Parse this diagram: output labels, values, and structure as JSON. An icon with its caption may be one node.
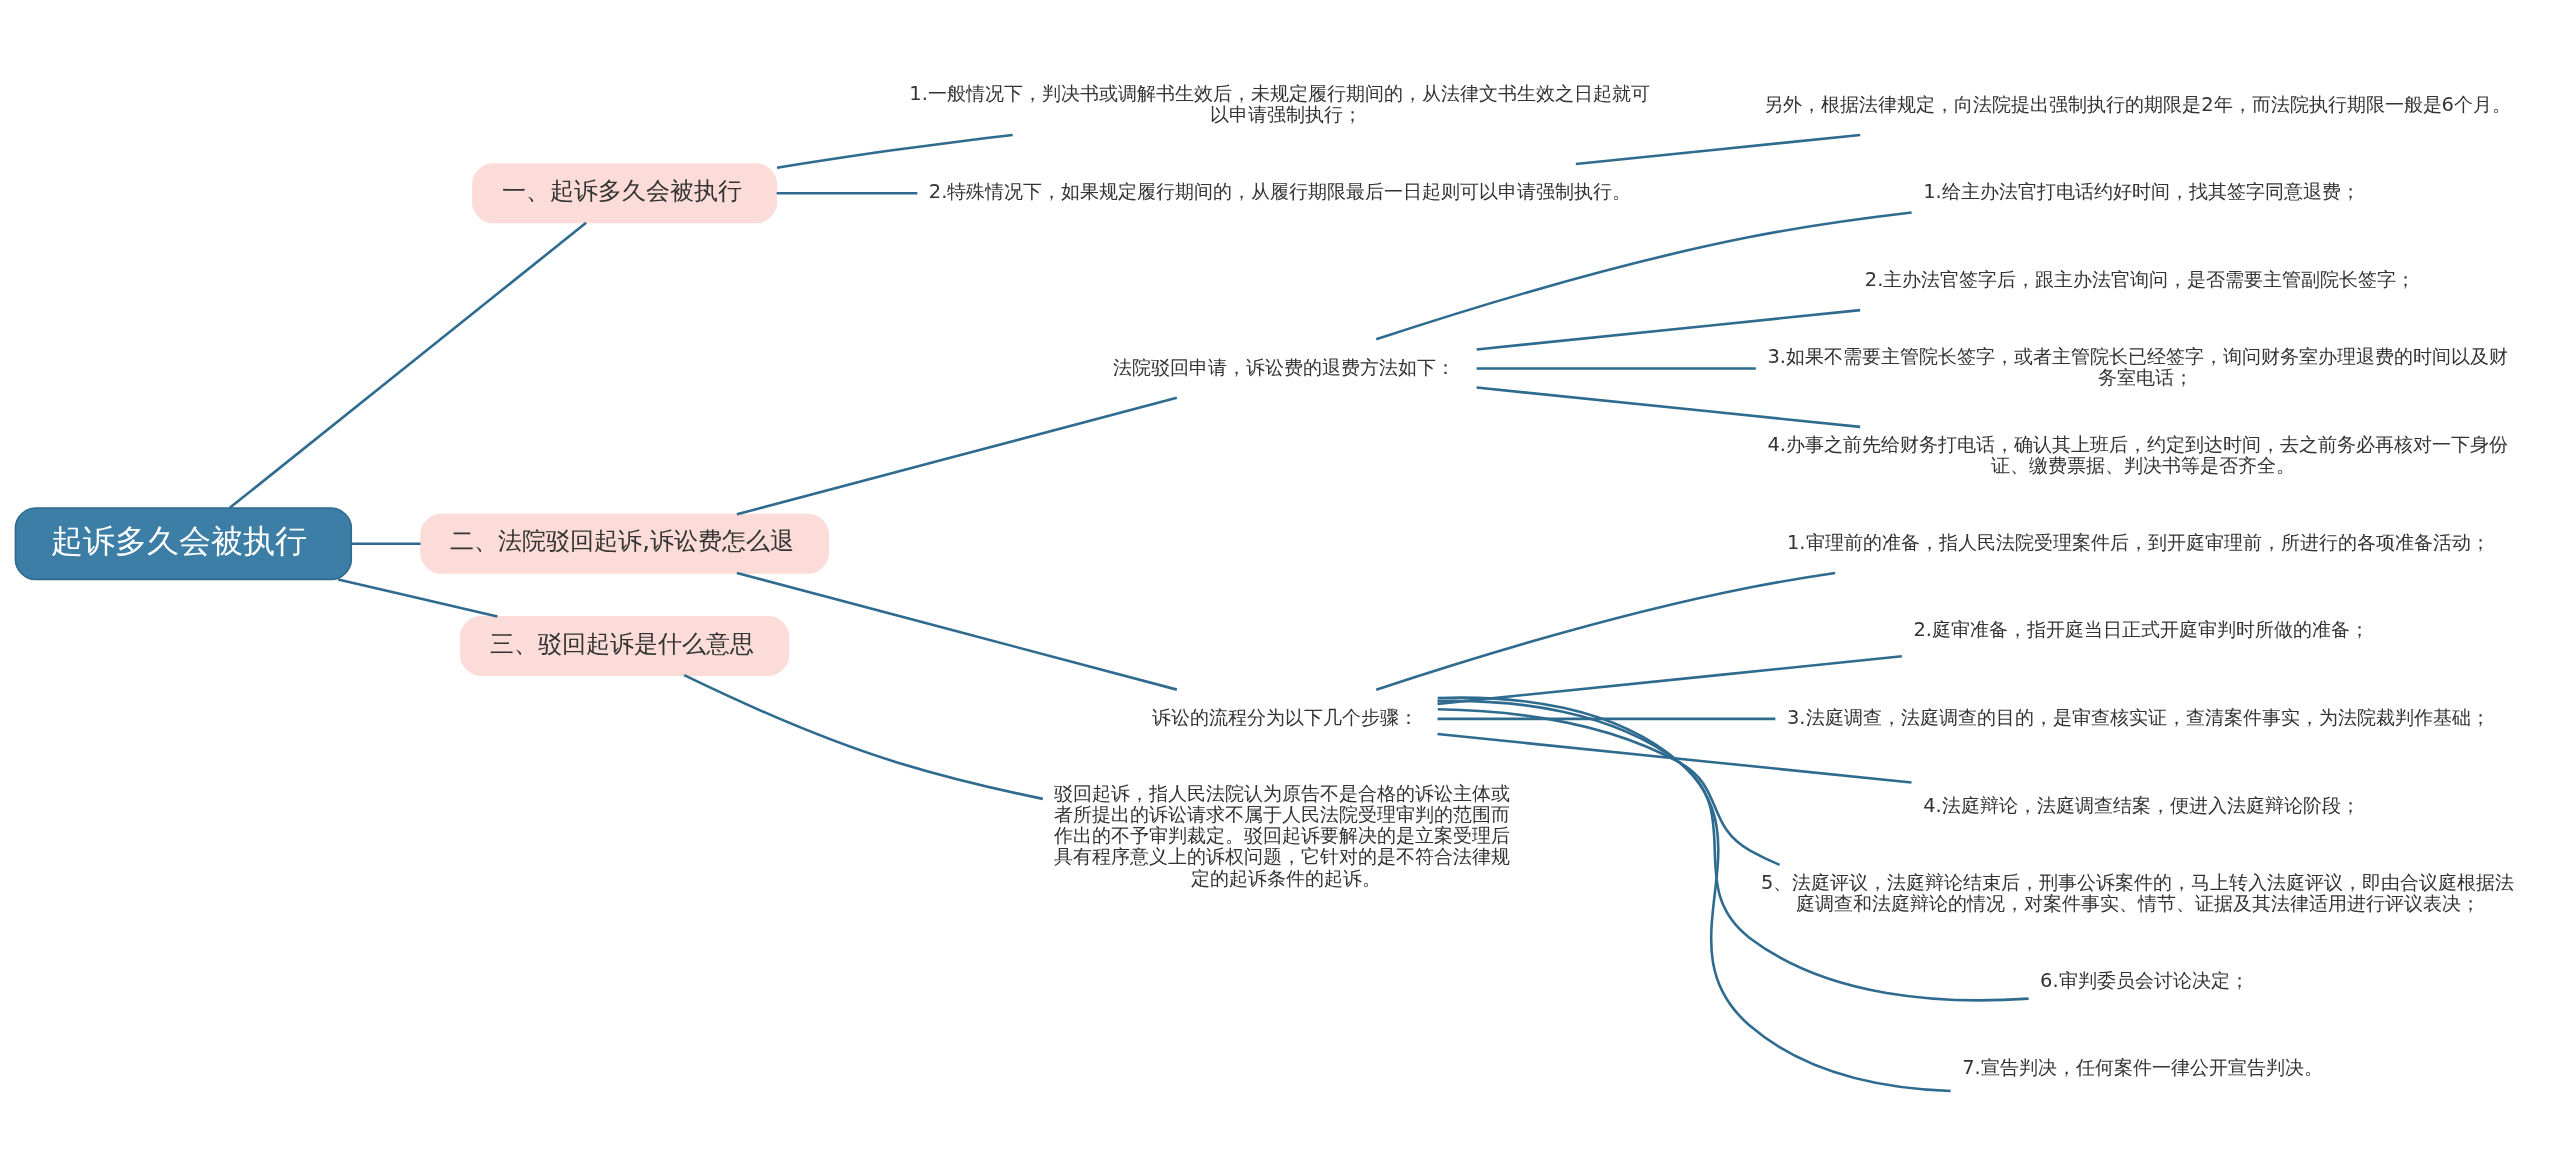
{
  "diagram": {
    "nodes": [
      {
        "text": [
          "起诉多久会被执行"
        ]
      },
      {
        "text": [
          "一、起诉多久会被执行"
        ]
      },
      {
        "text": [
          "1.一般情况下，判决书或调解书生效后，未规定履行期间的，从法律文书生效之日起就可以申请强制执行；"
        ]
      },
      {
        "text": [
          "2.特殊情况下，如果规定履行期间的，从履行期限最后一日起则可以申请强制执行。"
        ]
      },
      {
        "text": [
          "另外，根据法律规定，向法院提出强制执行的期限是2年，而法院执行期限一般是6个月。"
        ]
      },
      {
        "text": [
          "二、法院驳回起诉,诉讼费怎么退"
        ]
      },
      {
        "text": [
          "法院驳回申请，诉讼费的退费方法如下："
        ]
      },
      {
        "text": [
          "1.给主办法官打电话约好时间，找其签字同意退费；"
        ]
      },
      {
        "text": [
          "2.主办法官签字后，跟主办法官询问，是否需要主管副院长签字；"
        ]
      },
      {
        "text": [
          "3.如果不需要主管院长签字，或者主管院长已经签字，询问财务室办理退费的时间以及财务室电话；"
        ]
      },
      {
        "text": [
          "4.办事之前先给财务打电话，确认其上班后，约定到达时间，去之前务必再核对一下身份证、缴费票据、判决书等是否齐全。"
        ]
      },
      {
        "text": [
          "诉讼的流程分为以下几个步骤："
        ]
      },
      {
        "text": [
          "1.审理前的准备，指人民法院受理案件后，到开庭审理前，所进行的各项准备活动；"
        ]
      },
      {
        "text": [
          "2.庭审准备，指开庭当日正式开庭审判时所做的准备；"
        ]
      },
      {
        "text": [
          "3.法庭调查，法庭调查的目的，是审查核实证，查清案件事实，为法院裁判作基础；"
        ]
      },
      {
        "text": [
          "4.法庭辩论，法庭调查结案，便进入法庭辩论阶段；"
        ]
      },
      {
        "text": [
          "5、法庭评议，法庭辩论结束后，刑事公诉案件的，马上转入法庭评议，即由合议庭根据法庭调查和法庭辩论的情况，对案件事实、情节、证据及其法律适用进行评议表决；"
        ]
      },
      {
        "text": [
          "6.审判委员会讨论决定；"
        ]
      },
      {
        "text": [
          "7.宣告判决，任何案件一律公开宣告判决。"
        ]
      },
      {
        "text": [
          "三、驳回起诉是什么意思"
        ]
      },
      {
        "text": [
          "驳回起诉，指人民法院认为原告不是合格的诉讼主体或者所提出的诉讼请求不属于人民法院受理审判的范围而作出的不予审判裁定。驳回起诉要解决的是立案受理后具有程序意义上的诉权问题，它针对的是不符合法律规定的起诉条件的起诉。"
        ]
      }
    ],
    "edges": [
      {
        "from": 0,
        "to": 1,
        "arrow": "none"
      },
      {
        "from": 1,
        "to": 2,
        "arrow": "none"
      },
      {
        "from": 1,
        "to": 3,
        "arrow": "none"
      },
      {
        "from": 3,
        "to": 4,
        "arrow": "none"
      },
      {
        "from": 0,
        "to": 5,
        "arrow": "none"
      },
      {
        "from": 5,
        "to": 6,
        "arrow": "none"
      },
      {
        "from": 6,
        "to": 7,
        "arrow": "none"
      },
      {
        "from": 6,
        "to": 8,
        "arrow": "none"
      },
      {
        "from": 6,
        "to": 9,
        "arrow": "none"
      },
      {
        "from": 6,
        "to": 10,
        "arrow": "none"
      },
      {
        "from": 5,
        "to": 11,
        "arrow": "none"
      },
      {
        "from": 11,
        "to": 12,
        "arrow": "none"
      },
      {
        "from": 11,
        "to": 13,
        "arrow": "none"
      },
      {
        "from": 11,
        "to": 14,
        "arrow": "none"
      },
      {
        "from": 11,
        "to": 15,
        "arrow": "none"
      },
      {
        "from": 11,
        "to": 16,
        "arrow": "none"
      },
      {
        "from": 11,
        "to": 17,
        "arrow": "none"
      },
      {
        "from": 11,
        "to": 18,
        "arrow": "none"
      },
      {
        "from": 0,
        "to": 19,
        "arrow": "none"
      },
      {
        "from": 19,
        "to": 20,
        "arrow": "none"
      }
    ]
  }
}
